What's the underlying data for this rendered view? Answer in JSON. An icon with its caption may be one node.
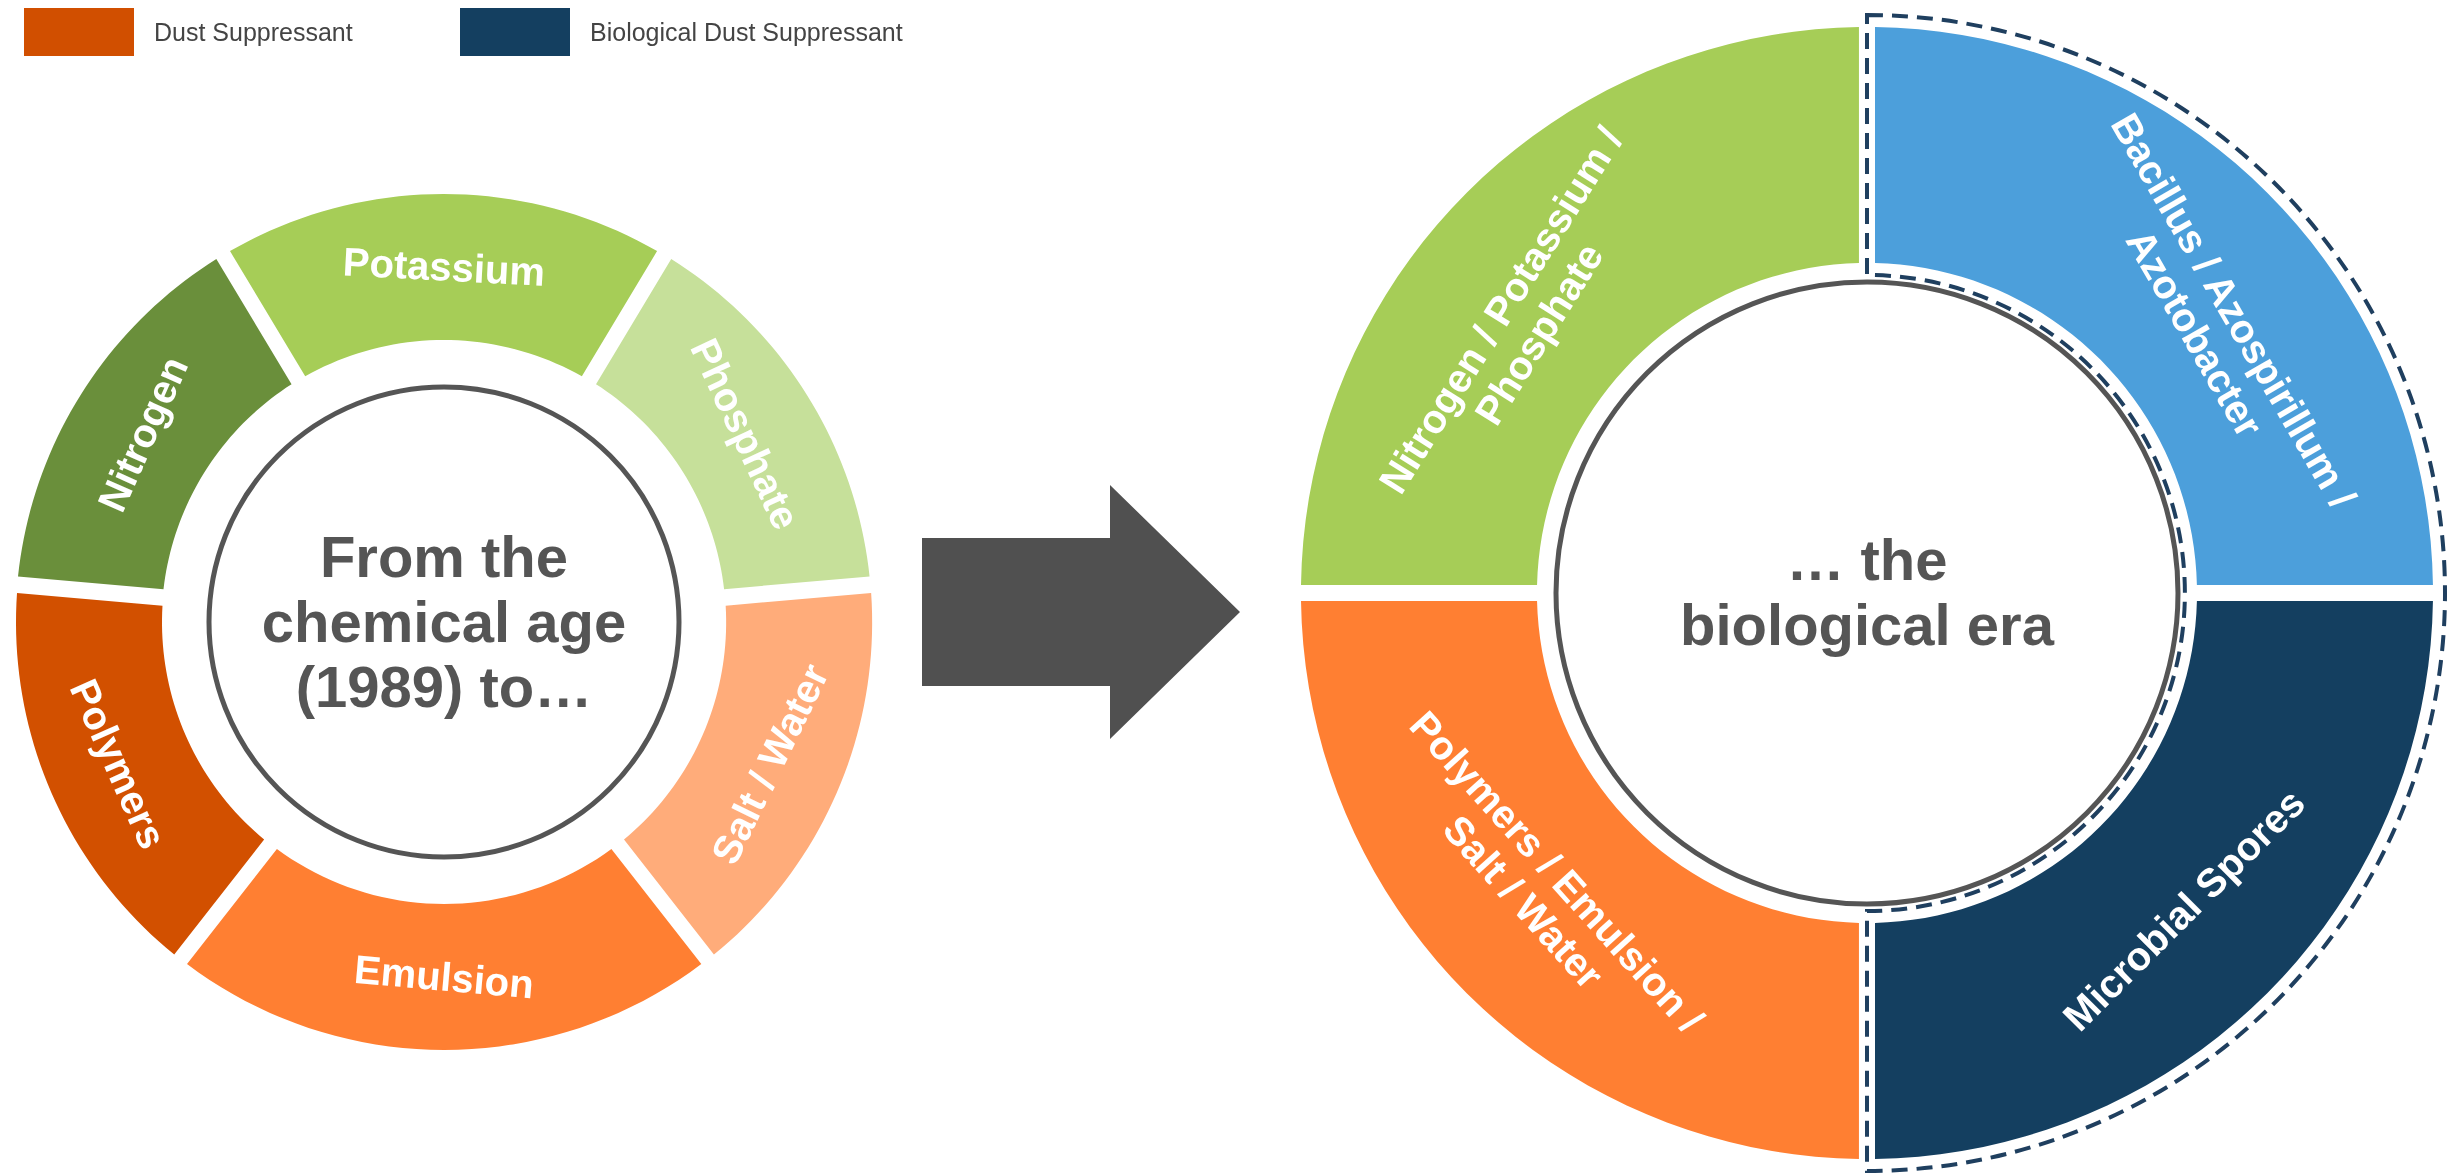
{
  "diagram": {
    "nodes": [
      {
        "text": [],
        "shape": "ring"
      },
      {
        "text": [
          "From the chemical age (1989) to…"
        ],
        "in": 0
      },
      {
        "text": [
          "Potassium"
        ],
        "in": 0
      },
      {
        "text": [
          "Phosphate"
        ],
        "in": 0
      },
      {
        "text": [
          "Salt / Water"
        ],
        "in": 0
      },
      {
        "text": [
          "Emulsion"
        ],
        "in": 0
      },
      {
        "text": [
          "Polymers"
        ],
        "in": 0
      },
      {
        "text": [
          "Nitrogen"
        ],
        "in": 0
      },
      {
        "text": [],
        "shape": "ring"
      },
      {
        "text": [
          "… the biological era"
        ],
        "in": 8
      },
      {
        "text": [
          "Nitrogen / Potassium / Phosphate"
        ],
        "in": 8
      },
      {
        "text": [
          "Bacillus / Azospirillum / Azotobacter"
        ],
        "in": 8
      },
      {
        "text": [
          "Microbial Spores"
        ],
        "in": 8
      },
      {
        "text": [
          "Polymers / Emulsion / Salt / Water"
        ],
        "in": 8
      }
    ],
    "edges": [
      {
        "from": 0,
        "to": 8,
        "arrow": "to"
      }
    ],
    "legend": [
      {
        "text": "Dust Suppressant",
        "color": "#d14f00"
      },
      {
        "text": "Biological Dust Suppressant",
        "color": "#143f60"
      }
    ]
  }
}
